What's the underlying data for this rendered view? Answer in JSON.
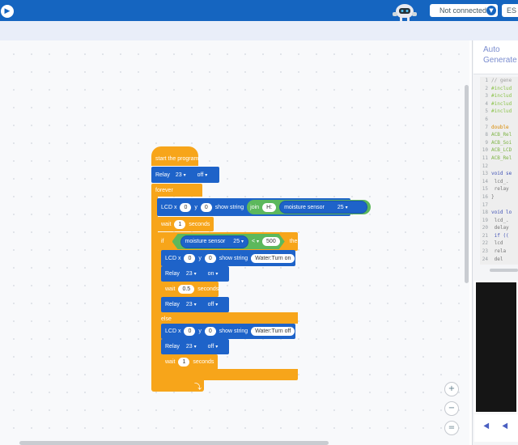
{
  "header": {
    "home_icon": "arrow-right-circle-icon",
    "connection_status": "Not connected",
    "language": "ES"
  },
  "blocks": {
    "start_label": "start the program",
    "relay_init": {
      "label": "Relay",
      "pin": "23",
      "state": "off"
    },
    "forever_label": "forever",
    "lcd1": {
      "label": "LCD x",
      "x": "0",
      "y_label": "y",
      "y": "0",
      "show": "show string",
      "join": "join",
      "text": "H:",
      "sensor": "moisture sensor",
      "sensor_pin": "25"
    },
    "wait1": {
      "label": "wait",
      "value": "1",
      "unit": "seconds"
    },
    "if": {
      "label": "if",
      "sensor": "moisture sensor",
      "sensor_pin": "25",
      "op": "<",
      "value": "500",
      "then": "then"
    },
    "lcd2": {
      "label": "LCD x",
      "x": "0",
      "y_label": "y",
      "y": "0",
      "show": "show string",
      "text": "Water:Turn on"
    },
    "relay_on": {
      "label": "Relay",
      "pin": "23",
      "state": "on"
    },
    "wait2": {
      "label": "wait",
      "value": "0.5",
      "unit": "seconds"
    },
    "relay_off1": {
      "label": "Relay",
      "pin": "23",
      "state": "off"
    },
    "else_label": "else",
    "lcd3": {
      "label": "LCD x",
      "x": "0",
      "y_label": "y",
      "y": "0",
      "show": "show string",
      "text": "Water:Turn off"
    },
    "relay_off2": {
      "label": "Relay",
      "pin": "23",
      "state": "off"
    },
    "wait3": {
      "label": "wait",
      "value": "1",
      "unit": "seconds"
    }
  },
  "zoom": {
    "in": "+",
    "out": "−",
    "reset": "="
  },
  "right_panel": {
    "title": "Auto Generate",
    "code_lines": [
      {
        "n": "1",
        "t": "// gene",
        "c": "com"
      },
      {
        "n": "2",
        "t": "#includ",
        "c": "inc"
      },
      {
        "n": "3",
        "t": "#includ",
        "c": "inc"
      },
      {
        "n": "4",
        "t": "#includ",
        "c": "inc"
      },
      {
        "n": "5",
        "t": "#includ",
        "c": "inc"
      },
      {
        "n": "6",
        "t": "",
        "c": "plain"
      },
      {
        "n": "7",
        "t": "double",
        "c": "kw"
      },
      {
        "n": "8",
        "t": "ACB_Rel",
        "c": "cls"
      },
      {
        "n": "9",
        "t": "ACB_Soi",
        "c": "cls"
      },
      {
        "n": "10",
        "t": "ACB_LCD",
        "c": "cls"
      },
      {
        "n": "11",
        "t": "ACB_Rel",
        "c": "cls"
      },
      {
        "n": "12",
        "t": "",
        "c": "plain"
      },
      {
        "n": "13",
        "t": "void se",
        "c": "fn"
      },
      {
        "n": "14",
        "t": "  lcd_.",
        "c": "plain"
      },
      {
        "n": "15",
        "t": "  relay",
        "c": "plain"
      },
      {
        "n": "16",
        "t": "}",
        "c": "plain"
      },
      {
        "n": "17",
        "t": "",
        "c": "plain"
      },
      {
        "n": "18",
        "t": "void lo",
        "c": "fn"
      },
      {
        "n": "19",
        "t": "  lcd_.",
        "c": "plain"
      },
      {
        "n": "20",
        "t": "  delay",
        "c": "plain"
      },
      {
        "n": "21",
        "t": "  if ((",
        "c": "fn"
      },
      {
        "n": "22",
        "t": "    lcd",
        "c": "plain"
      },
      {
        "n": "23",
        "t": "    rela",
        "c": "plain"
      },
      {
        "n": "24",
        "t": "    del",
        "c": "plain"
      }
    ],
    "usb_icons": [
      "usb-icon",
      "usb-icon"
    ]
  }
}
